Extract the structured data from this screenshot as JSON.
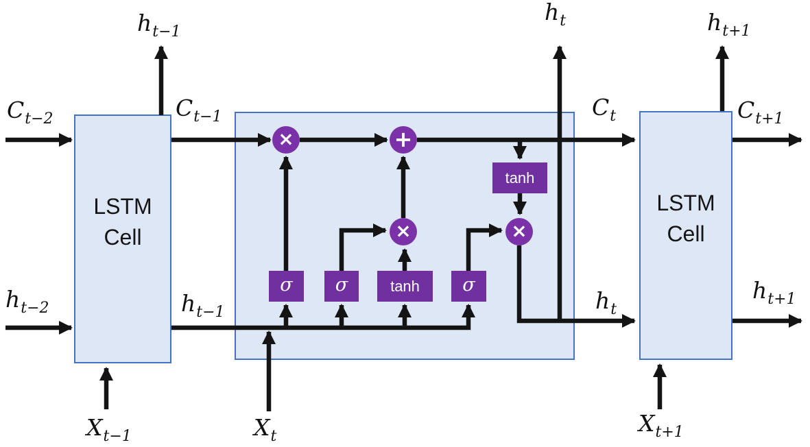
{
  "diagram_title": "LSTM cell unrolled diagram",
  "colors": {
    "node_purple": "#7030a0",
    "circle_purple": "#7b32a8",
    "box_fill": "#dde7f5",
    "box_border": "#4472c4",
    "wire": "#141414"
  },
  "cells": {
    "left": {
      "line1": "LSTM",
      "line2": "Cell"
    },
    "right": {
      "line1": "LSTM",
      "line2": "Cell"
    }
  },
  "gates": {
    "forget": "σ",
    "input": "σ",
    "candidate": "tanh",
    "output": "σ"
  },
  "ops": {
    "forget_mul": "×",
    "add": "+",
    "input_mul": "×",
    "output_mul": "×",
    "cell_tanh": "tanh"
  },
  "labels": {
    "h_prev_top": {
      "base": "h",
      "sub": "t−1"
    },
    "c_prev2_in": {
      "base": "C",
      "sub": "t−2"
    },
    "h_prev2_in": {
      "base": "h",
      "sub": "t−2"
    },
    "x_prev_in": {
      "base": "X",
      "sub": "t−1"
    },
    "c_prev_mid": {
      "base": "C",
      "sub": "t−1"
    },
    "h_prev_mid": {
      "base": "h",
      "sub": "t−1"
    },
    "x_t_in": {
      "base": "X",
      "sub": "t"
    },
    "h_t_top": {
      "base": "h",
      "sub": "t"
    },
    "c_t_out": {
      "base": "C",
      "sub": "t"
    },
    "h_t_right": {
      "base": "h",
      "sub": "t"
    },
    "h_next_top": {
      "base": "h",
      "sub": "t+1"
    },
    "c_next_out": {
      "base": "C",
      "sub": "t+1"
    },
    "h_next_right": {
      "base": "h",
      "sub": "t+1"
    },
    "x_next_in": {
      "base": "X",
      "sub": "t+1"
    }
  }
}
